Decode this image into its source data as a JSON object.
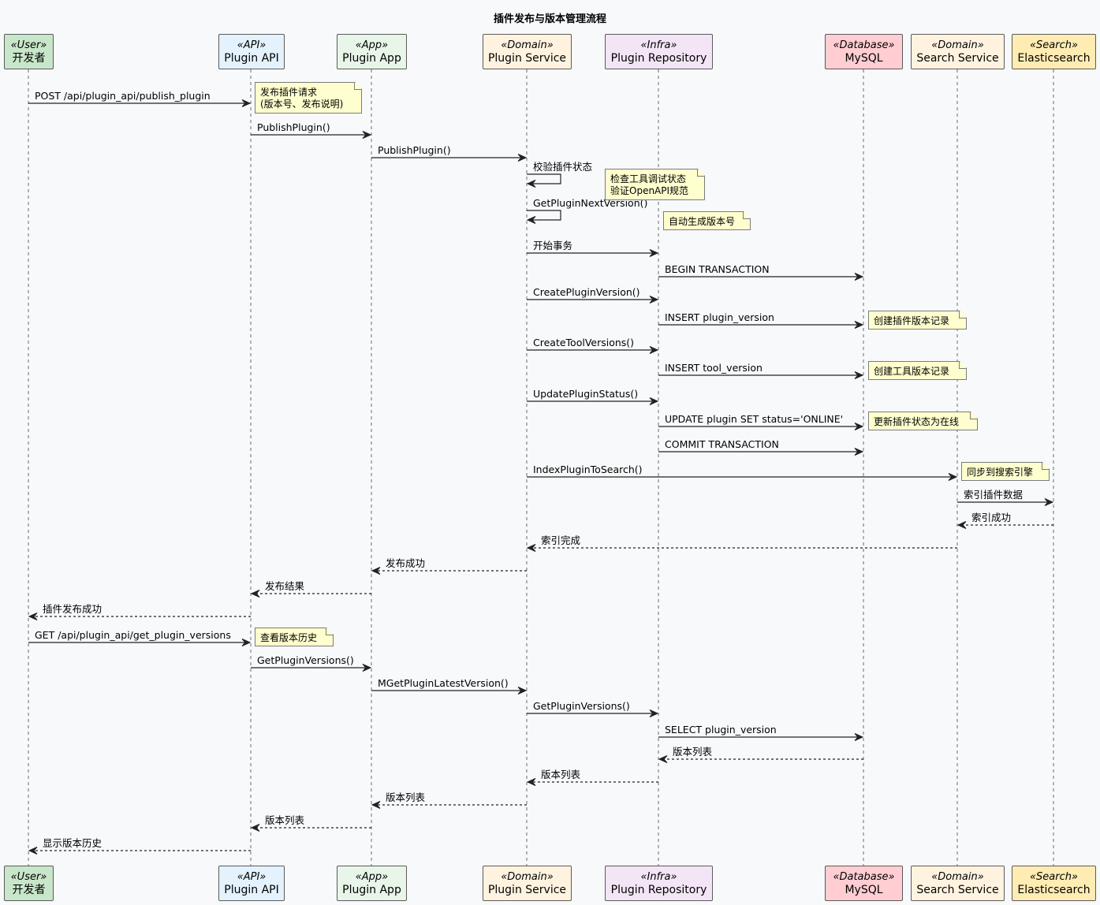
{
  "title": "插件发布与版本管理流程",
  "participants": [
    {
      "id": "dev",
      "stereotype": "«User»",
      "name": "开发者",
      "fill": "#c8e6c9"
    },
    {
      "id": "api",
      "stereotype": "«API»",
      "name": "Plugin API",
      "fill": "#e3f2fd"
    },
    {
      "id": "app",
      "stereotype": "«App»",
      "name": "Plugin App",
      "fill": "#e8f5e9"
    },
    {
      "id": "svc",
      "stereotype": "«Domain»",
      "name": "Plugin Service",
      "fill": "#fff3e0"
    },
    {
      "id": "repo",
      "stereotype": "«Infra»",
      "name": "Plugin Repository",
      "fill": "#f3e5f5"
    },
    {
      "id": "db",
      "stereotype": "«Database»",
      "name": "MySQL",
      "fill": "#ffcdd2"
    },
    {
      "id": "search",
      "stereotype": "«Domain»",
      "name": "Search Service",
      "fill": "#fff3e0"
    },
    {
      "id": "es",
      "stereotype": "«Search»",
      "name": "Elasticsearch",
      "fill": "#ffecb3"
    }
  ],
  "messages": [
    {
      "from": "dev",
      "to": "api",
      "label": "POST /api/plugin_api/publish_plugin",
      "style": "solid"
    },
    {
      "from": "api",
      "to": "app",
      "label": "PublishPlugin()",
      "style": "solid"
    },
    {
      "from": "app",
      "to": "svc",
      "label": "PublishPlugin()",
      "style": "solid"
    },
    {
      "from": "svc",
      "to": "svc",
      "label": "校验插件状态",
      "style": "self"
    },
    {
      "from": "svc",
      "to": "svc",
      "label": "GetPluginNextVersion()",
      "style": "self"
    },
    {
      "from": "svc",
      "to": "repo",
      "label": "开始事务",
      "style": "solid"
    },
    {
      "from": "repo",
      "to": "db",
      "label": "BEGIN TRANSACTION",
      "style": "solid"
    },
    {
      "from": "svc",
      "to": "repo",
      "label": "CreatePluginVersion()",
      "style": "solid"
    },
    {
      "from": "repo",
      "to": "db",
      "label": "INSERT plugin_version",
      "style": "solid"
    },
    {
      "from": "svc",
      "to": "repo",
      "label": "CreateToolVersions()",
      "style": "solid"
    },
    {
      "from": "repo",
      "to": "db",
      "label": "INSERT tool_version",
      "style": "solid"
    },
    {
      "from": "svc",
      "to": "repo",
      "label": "UpdatePluginStatus()",
      "style": "solid"
    },
    {
      "from": "repo",
      "to": "db",
      "label": "UPDATE plugin SET status='ONLINE'",
      "style": "solid"
    },
    {
      "from": "repo",
      "to": "db",
      "label": "COMMIT TRANSACTION",
      "style": "solid"
    },
    {
      "from": "svc",
      "to": "search",
      "label": "IndexPluginToSearch()",
      "style": "solid"
    },
    {
      "from": "search",
      "to": "es",
      "label": "索引插件数据",
      "style": "solid"
    },
    {
      "from": "es",
      "to": "search",
      "label": "索引成功",
      "style": "dashed"
    },
    {
      "from": "search",
      "to": "svc",
      "label": "索引完成",
      "style": "dashed"
    },
    {
      "from": "svc",
      "to": "app",
      "label": "发布成功",
      "style": "dashed"
    },
    {
      "from": "app",
      "to": "api",
      "label": "发布结果",
      "style": "dashed"
    },
    {
      "from": "api",
      "to": "dev",
      "label": "插件发布成功",
      "style": "dashed"
    },
    {
      "from": "dev",
      "to": "api",
      "label": "GET /api/plugin_api/get_plugin_versions",
      "style": "solid"
    },
    {
      "from": "api",
      "to": "app",
      "label": "GetPluginVersions()",
      "style": "solid"
    },
    {
      "from": "app",
      "to": "svc",
      "label": "MGetPluginLatestVersion()",
      "style": "solid"
    },
    {
      "from": "svc",
      "to": "repo",
      "label": "GetPluginVersions()",
      "style": "solid"
    },
    {
      "from": "repo",
      "to": "db",
      "label": "SELECT plugin_version",
      "style": "solid"
    },
    {
      "from": "db",
      "to": "repo",
      "label": "版本列表",
      "style": "dashed"
    },
    {
      "from": "repo",
      "to": "svc",
      "label": "版本列表",
      "style": "dashed"
    },
    {
      "from": "svc",
      "to": "app",
      "label": "版本列表",
      "style": "dashed"
    },
    {
      "from": "app",
      "to": "api",
      "label": "版本列表",
      "style": "dashed"
    },
    {
      "from": "api",
      "to": "dev",
      "label": "显示版本历史",
      "style": "dashed"
    }
  ],
  "notes": [
    {
      "text": "发布插件请求\n(版本号、发布说明)"
    },
    {
      "text": "检查工具调试状态\n验证OpenAPI规范"
    },
    {
      "text": "自动生成版本号"
    },
    {
      "text": "创建插件版本记录"
    },
    {
      "text": "创建工具版本记录"
    },
    {
      "text": "更新插件状态为在线"
    },
    {
      "text": "同步到搜索引擎"
    },
    {
      "text": "查看版本历史"
    }
  ]
}
